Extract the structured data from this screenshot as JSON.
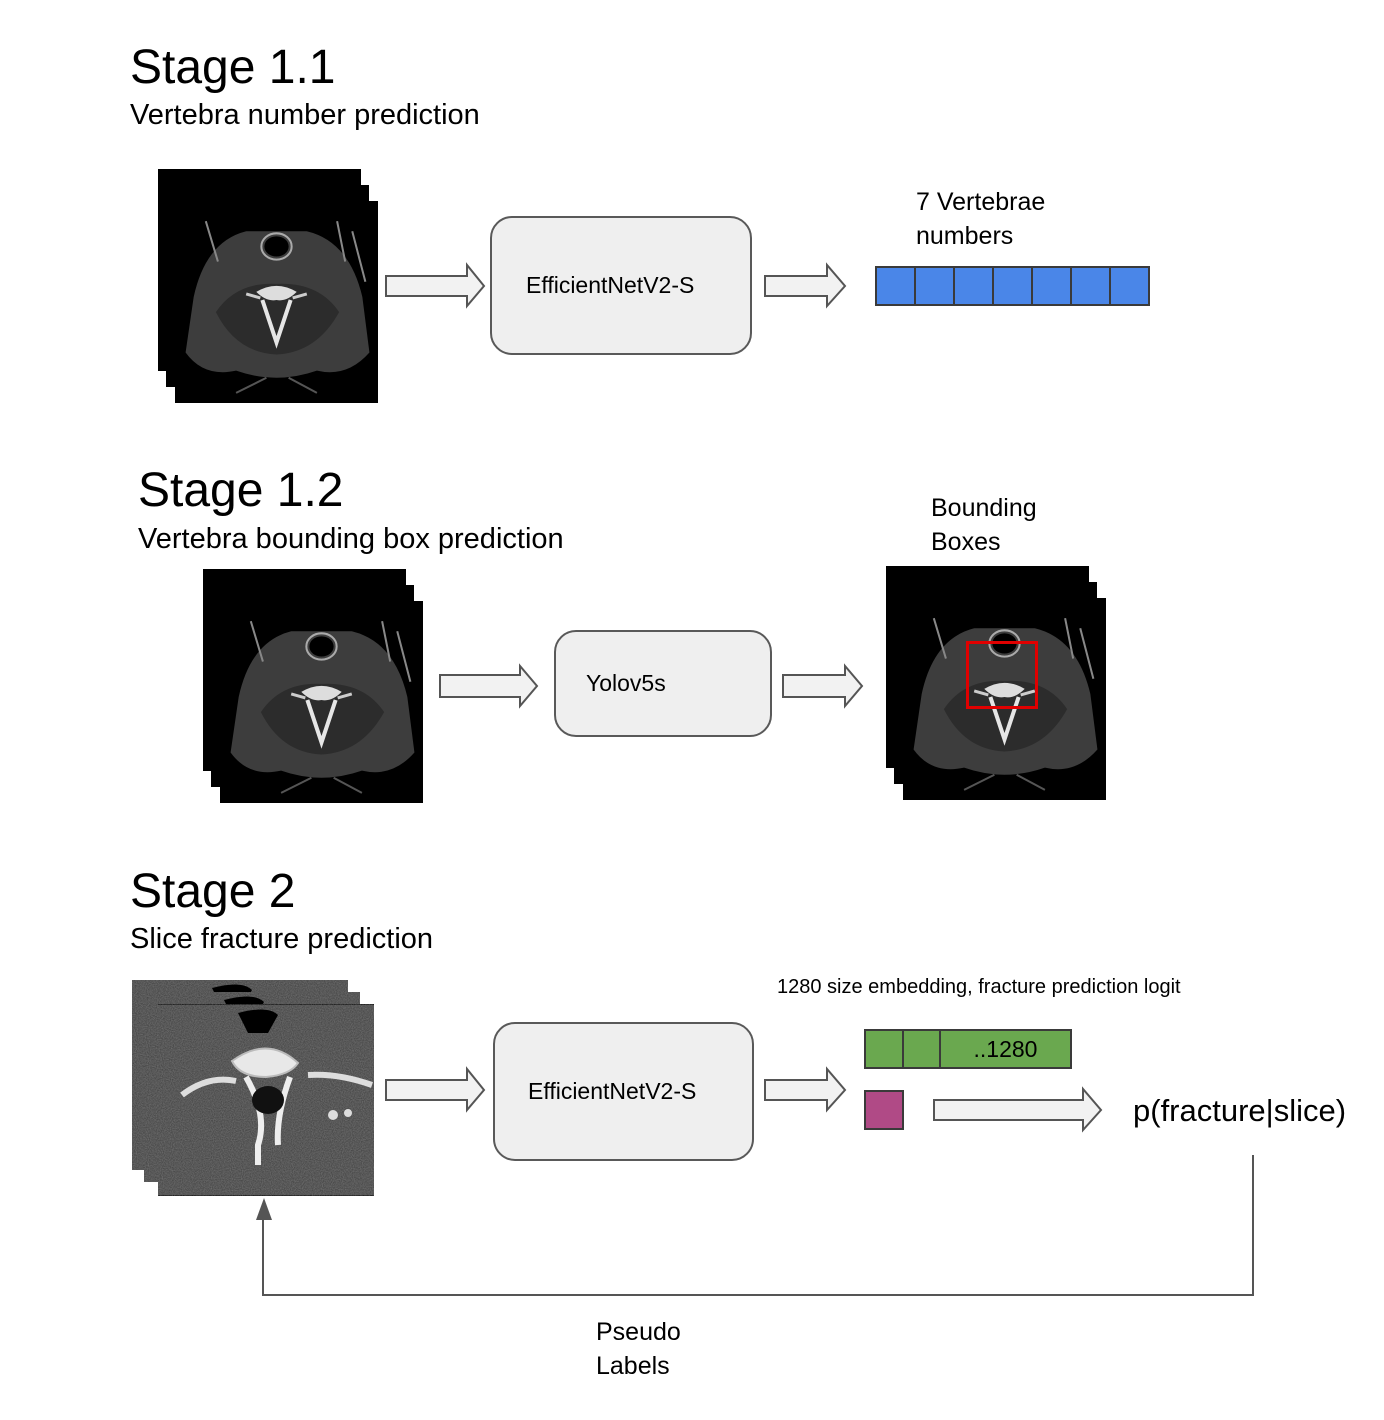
{
  "stage1_1": {
    "title": "Stage 1.1",
    "subtitle": "Vertebra number prediction",
    "model": "EfficientNetV2-S",
    "output_label_line1": "7 Vertebrae",
    "output_label_line2": "numbers",
    "vector_cells": 7,
    "vector_color": "#4a86e8"
  },
  "stage1_2": {
    "title": "Stage 1.2",
    "subtitle": "Vertebra bounding box prediction",
    "model": "Yolov5s",
    "output_label_line1": "Bounding",
    "output_label_line2": "Boxes",
    "bbox_color": "#e00000"
  },
  "stage2": {
    "title": "Stage 2",
    "subtitle": "Slice fracture prediction",
    "model": "EfficientNetV2-S",
    "embedding_caption": "1280 size embedding, fracture prediction logit",
    "embedding_last_cell": "..1280",
    "embedding_color": "#6aa84f",
    "logit_color": "#b04a86",
    "probability": "p(fracture|slice)",
    "feedback_label_line1": "Pseudo",
    "feedback_label_line2": "Labels"
  },
  "icons": [
    "ct-scan-stack-icon",
    "right-arrow-icon",
    "bounding-box-icon"
  ]
}
